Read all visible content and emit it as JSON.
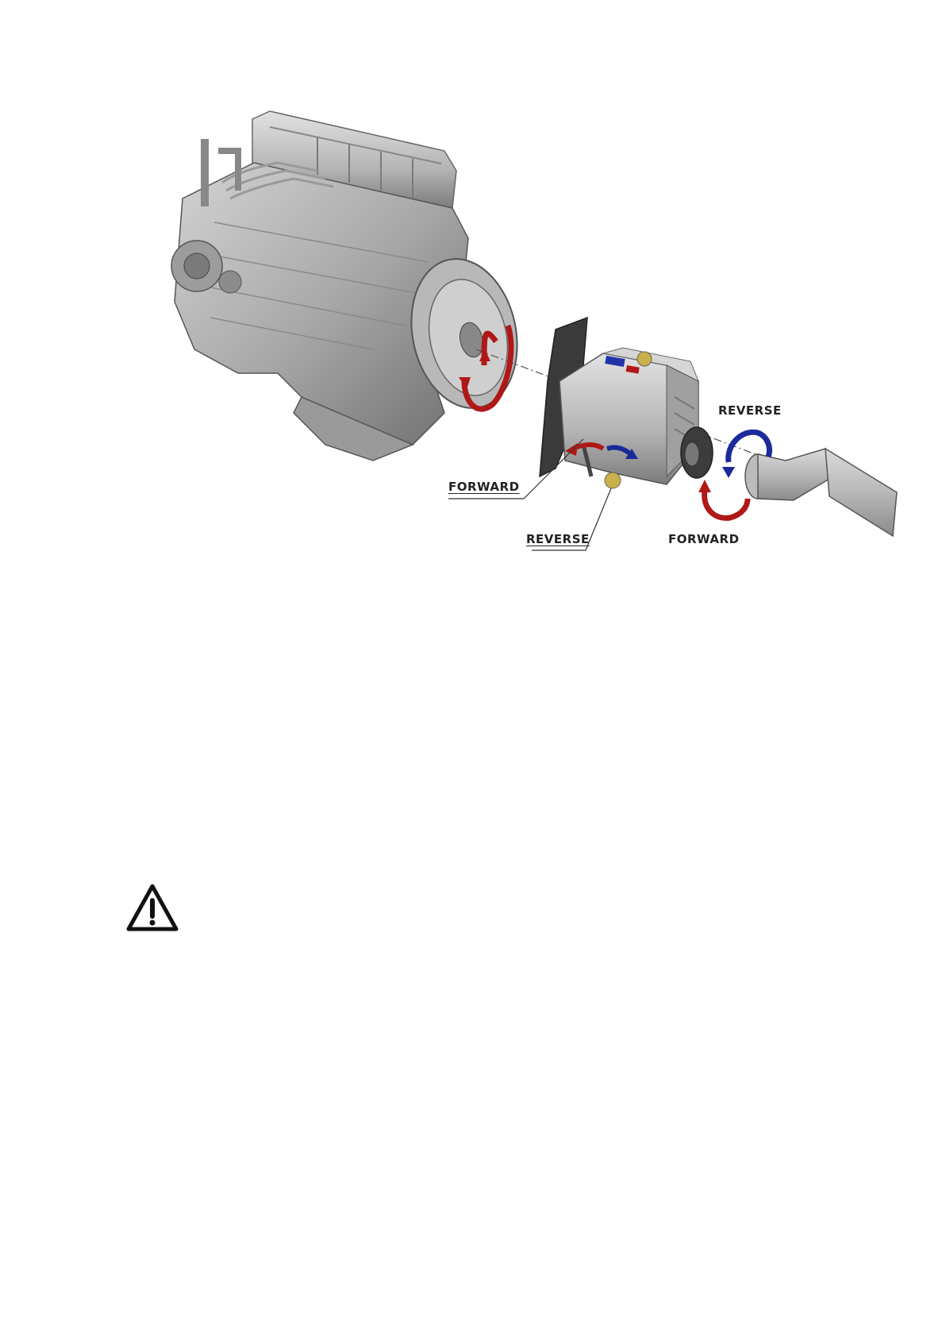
{
  "figure": {
    "labels": {
      "gearbox_forward": "FORWARD",
      "gearbox_reverse": "REVERSE",
      "shaft_reverse": "REVERSE",
      "shaft_forward": "FORWARD"
    },
    "colors": {
      "forward_arrow": "#b01818",
      "reverse_arrow": "#1a2a9a",
      "metal": "#a8a8a8"
    }
  },
  "warning": {
    "icon": "warning-triangle-icon"
  }
}
